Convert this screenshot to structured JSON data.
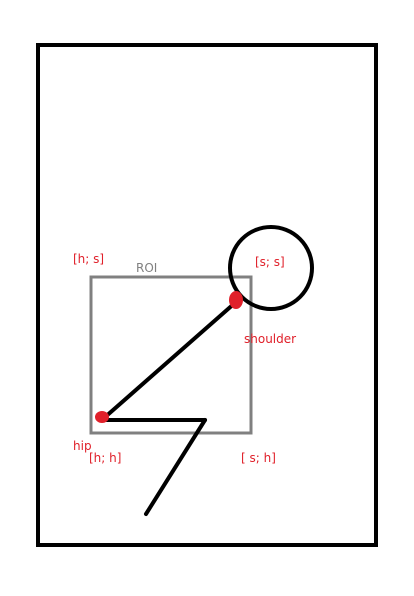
{
  "labels": {
    "roi": "ROI",
    "top_left": "[h; s]",
    "top_right": "[s; s]",
    "shoulder": "shoulder",
    "hip": "hip",
    "bottom_left": "[h; h]",
    "bottom_right": "[ s; h]"
  },
  "colors": {
    "frame": "#000000",
    "roi_box": "#808080",
    "roi_label": "#808080",
    "annotation": "#e0202a",
    "figure": "#000000"
  }
}
